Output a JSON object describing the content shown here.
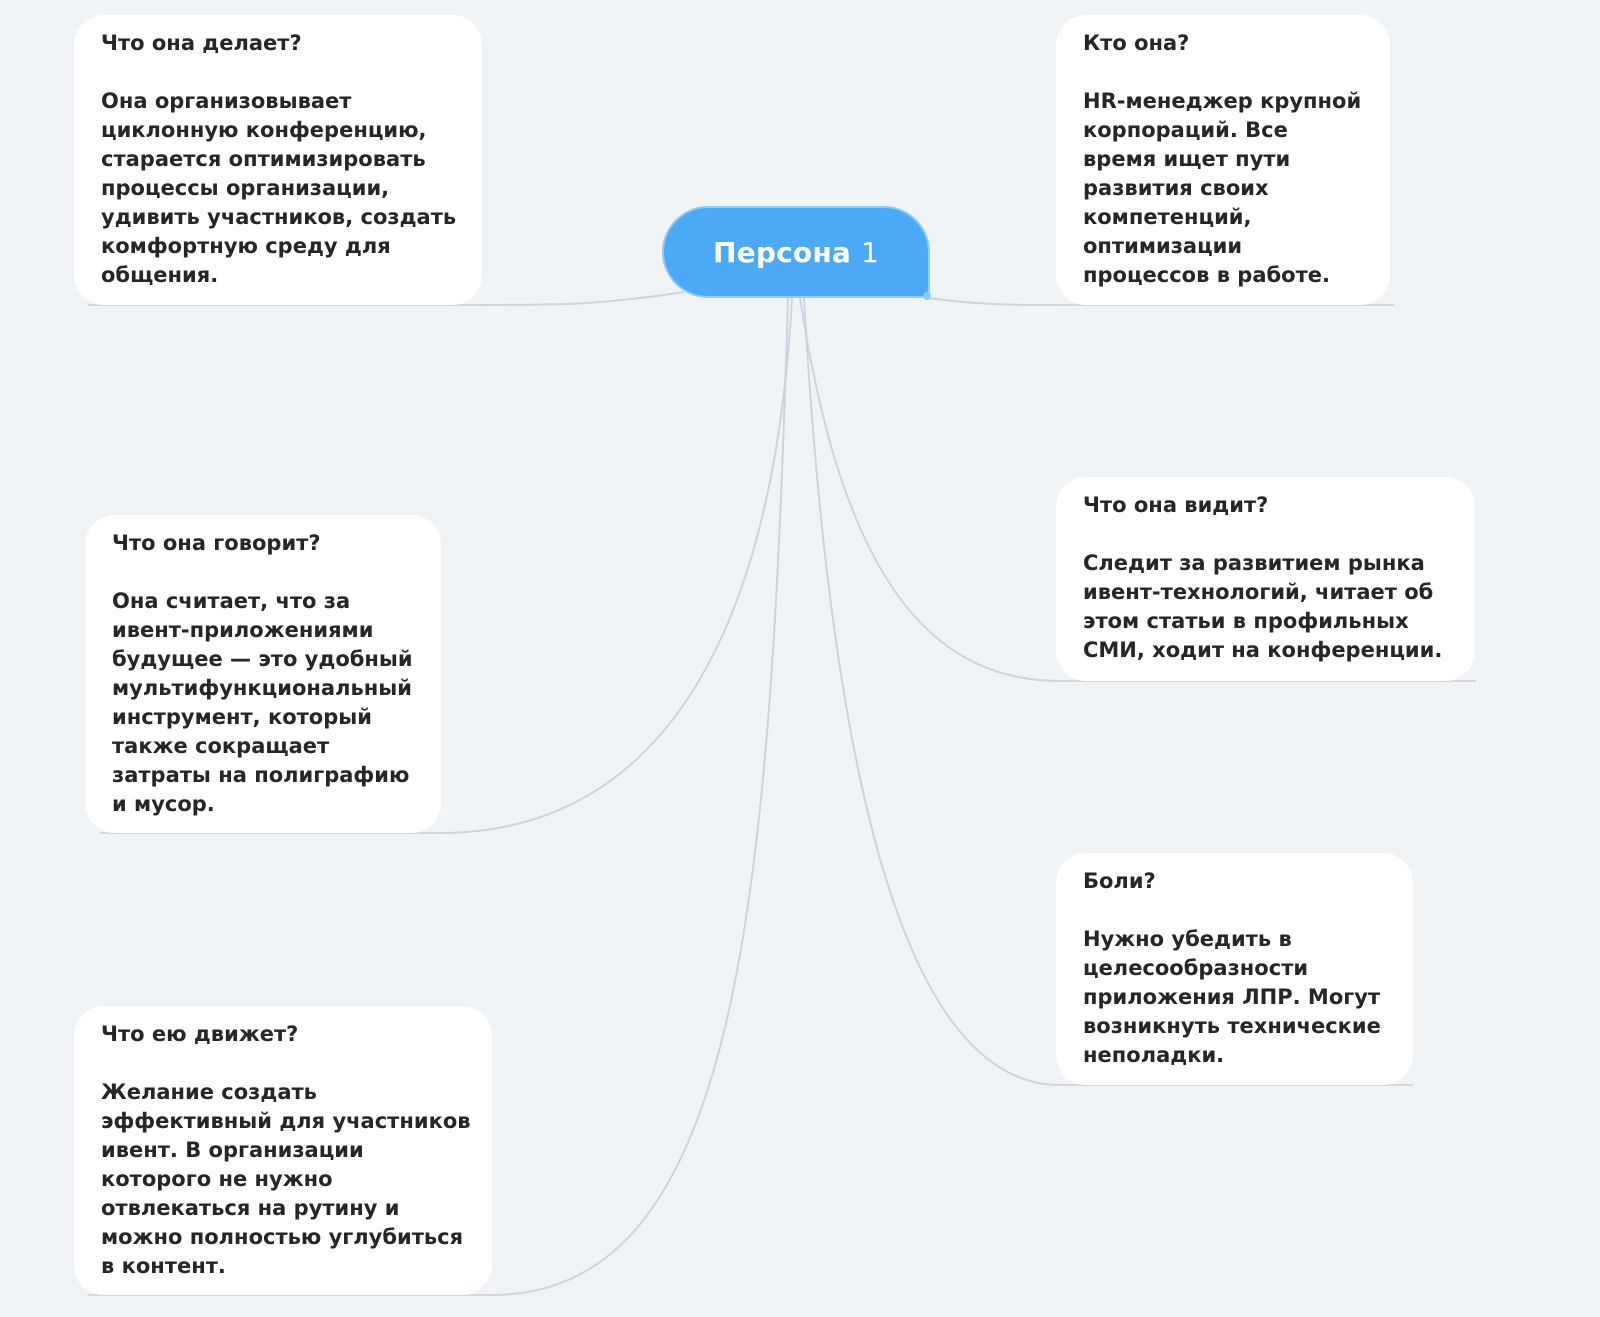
{
  "root": {
    "title": "Персона",
    "number": "1",
    "fill_color": "#4ca9f5",
    "border_color": "#8fcbfa",
    "text_color": "#ffffff"
  },
  "connector_color": "#cfd4da",
  "background_color": "#f1f4f7",
  "nodes": {
    "does": {
      "heading": "Что она делает?",
      "body": "Она организовывает\nциклонную конференцию,\nстарается оптимизировать\nпроцессы организации,\nудивить участников, создать\nкомфортную среду для\nобщения."
    },
    "says": {
      "heading": "Что она говорит?",
      "body": "Она считает, что за\nивент-приложениями\nбудущее — это удобный\nмультифункциональный\nинструмент, который\nтакже сокращает\nзатраты на полиграфию\nи мусор."
    },
    "drive": {
      "heading": "Что ею движет?",
      "body": "Желание создать\nэффективный для участников\nивент. В организации\nкоторого не нужно\nотвлекаться на рутину и\nможно полностью углубиться\nв контент."
    },
    "who": {
      "heading": "Кто она?",
      "body": "HR-менеджер крупной\nкорпораций. Все\nвремя ищет пути\nразвития своих\nкомпетенций,\nоптимизации\nпроцессов в работе."
    },
    "sees": {
      "heading": "Что она видит?",
      "body": "Следит за развитием рынка\nивент-технологий, читает об\nэтом статьи в профильных\nСМИ, ходит на конференции."
    },
    "pains": {
      "heading": "Боли?",
      "body": "Нужно убедить в\nцелесообразности\nприложения ЛПР. Могут\nвозникнуть технические\nнеполадки."
    }
  }
}
